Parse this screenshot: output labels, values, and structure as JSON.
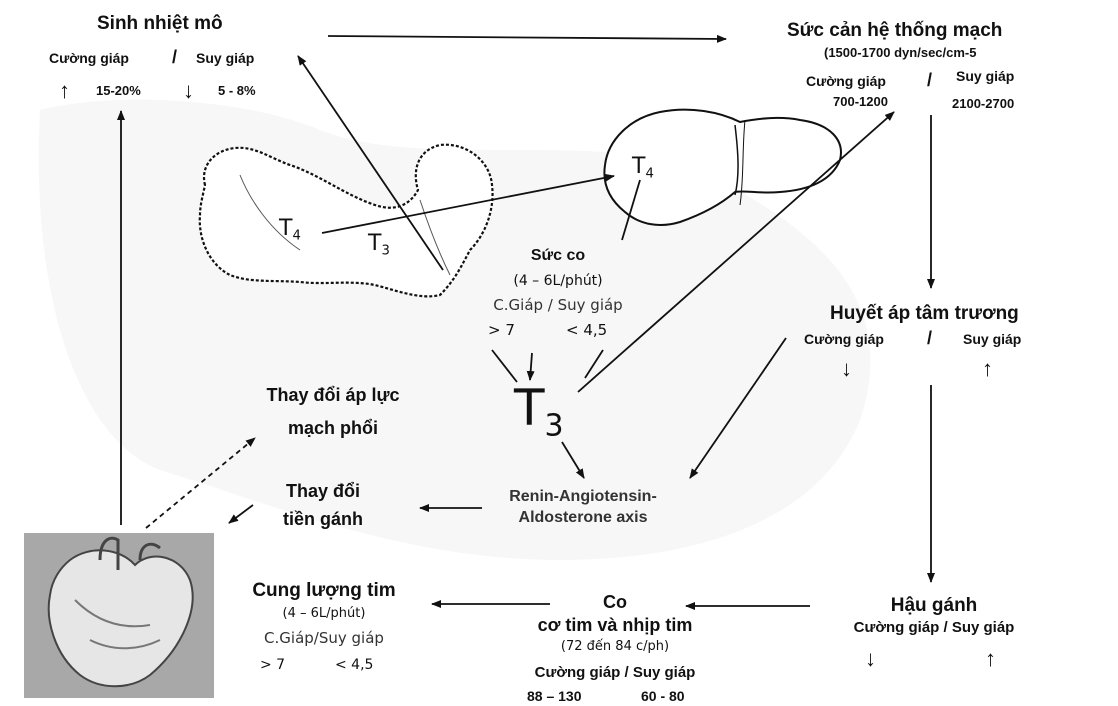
{
  "tissue_heat": {
    "title": "Sinh nhiệt mô",
    "hyper": "Cường giáp",
    "slash": "/",
    "hypo": "Suy giáp",
    "hyper_value": "15-20%",
    "hypo_value": "5 - 8%"
  },
  "vascular_resistance": {
    "title": "Sức cản hệ thống mạch",
    "range": "(1500-1700 dyn/sec/cm-5",
    "hyper": "Cường giáp",
    "slash": "/",
    "hypo": "Suy giáp",
    "hyper_value": "700-1200",
    "hypo_value": "2100-2700"
  },
  "contractility": {
    "title": "Sức co",
    "range": "(4 – 6L/phút)",
    "groups": "C.Giáp / Suy giáp",
    "hyper_value": "> 7",
    "hypo_value": "< 4,5"
  },
  "diastolic_pressure": {
    "title": "Huyết áp tâm trương",
    "hyper": "Cường giáp",
    "slash": "/",
    "hypo": "Suy giáp"
  },
  "pulmonary_pressure": {
    "line1": "Thay đổi áp lực",
    "line2": "mạch phổi"
  },
  "preload": {
    "line1": "Thay đổi",
    "line2": "tiền gánh"
  },
  "raas": {
    "line1": "Renin-Angiotensin-",
    "line2": "Aldosterone axis"
  },
  "cardiac_output": {
    "title": "Cung lượng tim",
    "range": "(4 – 6L/phút)",
    "groups": "C.Giáp/Suy giáp",
    "hyper_value": "> 7",
    "hypo_value": "< 4,5"
  },
  "heart_rate": {
    "line1": "Co",
    "line2": "cơ tim và nhịp tim",
    "range": "(72 đến 84 c/ph)",
    "groups": "Cường giáp / Suy giáp",
    "hyper_value": "88 – 130",
    "hypo_value": "60 - 80"
  },
  "afterload": {
    "title": "Hậu gánh",
    "groups": "Cường giáp / Suy giáp"
  },
  "hormones": {
    "t3_base": "T",
    "t3_sub": "3",
    "t4_base": "T",
    "t4_sub": "4"
  },
  "colors": {
    "line": "#111111",
    "background": "#ffffff"
  }
}
